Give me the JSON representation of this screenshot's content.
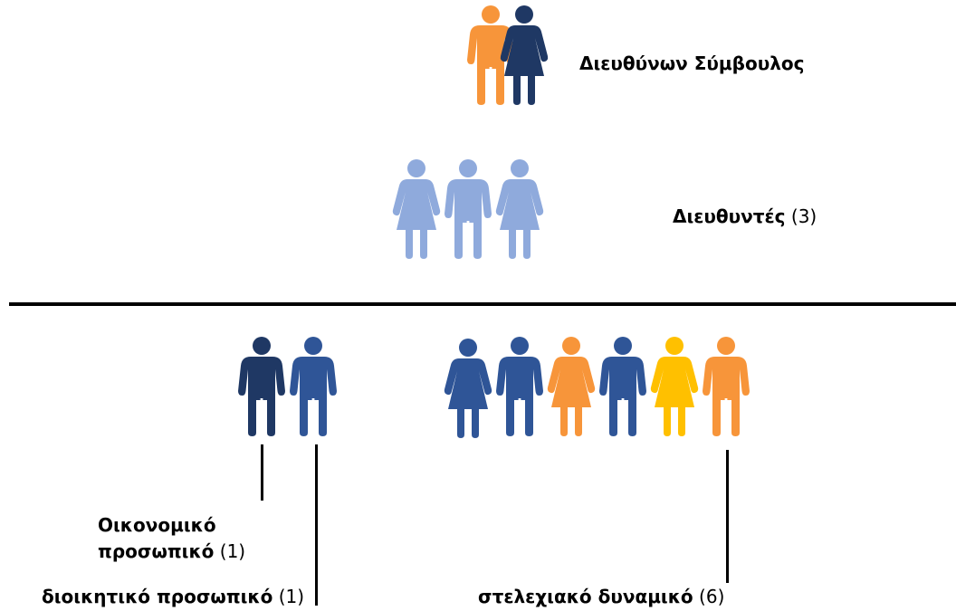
{
  "top": {
    "label": "Διευθύνων Σύμβουλος"
  },
  "directors": {
    "label": "Διευθυντές",
    "count": "(3)"
  },
  "groups": {
    "finance": {
      "label_line1": "Οικονομικό",
      "label_line2": "προσωπικό",
      "count": "(1)"
    },
    "admin": {
      "label": "διοικητικό προσωπικό",
      "count": "(1)"
    },
    "executive": {
      "label": "στελεχιακό δυναμικό",
      "count": "(6)"
    }
  },
  "colors": {
    "navy": "#1f3864",
    "blue": "#2f5597",
    "light_blue": "#8faadc",
    "orange": "#f7953a",
    "yellow": "#ffc000",
    "divider": "#000000"
  },
  "figures": [
    {
      "id": "ceo-1",
      "gender": "male",
      "color": "orange"
    },
    {
      "id": "ceo-2",
      "gender": "female",
      "color": "navy"
    },
    {
      "id": "dir-1",
      "gender": "female",
      "color": "light_blue"
    },
    {
      "id": "dir-2",
      "gender": "male",
      "color": "light_blue"
    },
    {
      "id": "dir-3",
      "gender": "female",
      "color": "light_blue"
    },
    {
      "id": "fin-1",
      "gender": "male",
      "color": "navy"
    },
    {
      "id": "adm-1",
      "gender": "male",
      "color": "blue"
    },
    {
      "id": "exe-1",
      "gender": "female",
      "color": "blue"
    },
    {
      "id": "exe-2",
      "gender": "male",
      "color": "blue"
    },
    {
      "id": "exe-3",
      "gender": "female",
      "color": "orange"
    },
    {
      "id": "exe-4",
      "gender": "male",
      "color": "blue"
    },
    {
      "id": "exe-5",
      "gender": "female",
      "color": "yellow"
    },
    {
      "id": "exe-6",
      "gender": "male",
      "color": "orange"
    }
  ]
}
